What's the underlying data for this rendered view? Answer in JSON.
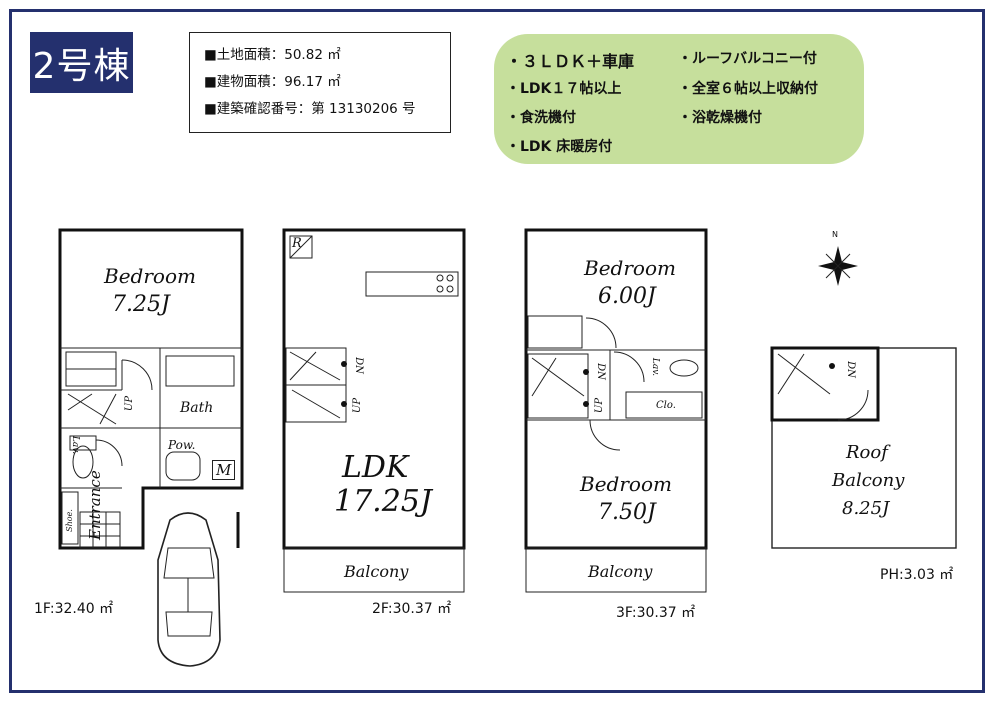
{
  "building_badge": "2号棟",
  "specs": [
    "■土地面積：50.82 ㎡",
    "■建物面積：96.17 ㎡",
    "■建築確認番号：第 13130206 号"
  ],
  "features": [
    "・３ＬＤＫ＋車庫",
    "・ルーフバルコニー付",
    "・LDK１７帖以上",
    "・全室６帖以上収納付",
    "・食洗機付",
    "・浴乾燥機付",
    "・LDK 床暖房付"
  ],
  "rooms": {
    "f1_bedroom": "Bedroom",
    "f1_bedroom_size": "7.25J",
    "bath": "Bath",
    "pow": "Pow.",
    "m": "M",
    "lav": "Lav.",
    "shoe": "Shoe.",
    "entrance": "Entrance",
    "up": "UP",
    "dn": "DN",
    "r": "R",
    "ldk": "LDK",
    "ldk_size": "17.25J",
    "balcony": "Balcony",
    "f3_bedroom_a": "Bedroom",
    "f3_bedroom_a_size": "6.00J",
    "f3_bedroom_b": "Bedroom",
    "f3_bedroom_b_size": "7.50J",
    "clo": "Clo.",
    "roof_balcony_1": "Roof",
    "roof_balcony_2": "Balcony",
    "roof_balcony_size": "8.25J",
    "north": "N"
  },
  "floor_areas": {
    "f1": "1F:32.40 ㎡",
    "f2": "2F:30.37 ㎡",
    "f3": "3F:30.37 ㎡",
    "ph": "PH:3.03 ㎡"
  }
}
